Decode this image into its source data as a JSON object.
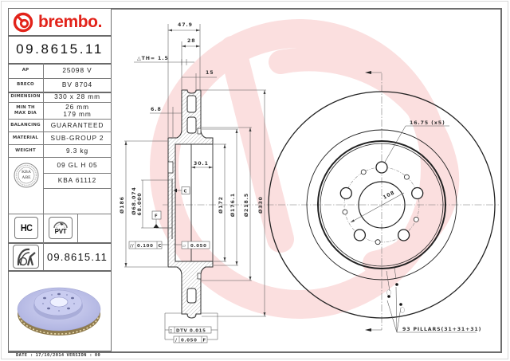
{
  "colors": {
    "brand_red": "#e2231a",
    "watermark": "#fbdfdf",
    "frame": "#6e6e6e",
    "disc_face": "#b9bde8",
    "disc_edge": "#8f7b4e",
    "drawing_line": "#2a2a2a"
  },
  "header": {
    "brand_name": "brembo.",
    "logo_icon": "brembo-logo-icon"
  },
  "part_number": "09.8615.11",
  "specs": {
    "ap": {
      "label": "AP",
      "value": "25098 V"
    },
    "breco": {
      "label": "BRECO",
      "value": "BV 8704"
    },
    "dimension": {
      "label": "DIMENSION",
      "value": "330 x 28 mm"
    },
    "min_th": {
      "label": "MIN TH",
      "value": "26 mm"
    },
    "max_dia": {
      "label": "MAX DIA",
      "value": "179 mm"
    },
    "balancing": {
      "label": "BALANCING",
      "value": "GUARANTEED"
    },
    "material": {
      "label": "MATERIAL",
      "value": "SUB-GROUP 2"
    },
    "weight": {
      "label": "WEIGHT",
      "value": "9.3 kg"
    }
  },
  "kba": {
    "badge_line1": "KBA",
    "badge_line2": "ABE",
    "code": "09 GL H 05",
    "number": "KBA 61112"
  },
  "badges": {
    "hc": "HC",
    "pvt": "PVT"
  },
  "product_row": {
    "icon": "disc-caliper-icon",
    "part_number": "09.8615.11"
  },
  "footer": {
    "date_label": "DATE :",
    "date": "17/10/2014",
    "version_label": "VERSION :",
    "version": "00"
  },
  "drawing": {
    "section": {
      "overall_width": "47.9",
      "thickness": "28",
      "delta_th": "△TH= 1.5",
      "vent_width": "15",
      "hat_offset": "6.8",
      "hat_depth": "30.1",
      "dia_186": "Ø186",
      "dia_center_max": "Ø68.074",
      "dia_center_min": "68.000",
      "dia_172": "Ø172",
      "dia_176_1": "Ø176.1",
      "dia_218_5": "Ø218.5",
      "dia_330": "Ø330",
      "datum_c": "C",
      "datum_f": "F",
      "tol_parallel": {
        "symbol": "//",
        "value": "0.100",
        "datum": "C"
      },
      "tol_flatness": {
        "symbol": "▱",
        "value": "0.050"
      },
      "tol_dtv": {
        "symbol": "▯",
        "value": "DTV 0.015"
      },
      "tol_runout": {
        "symbol": "/",
        "value": "0.050",
        "datum": "F"
      }
    },
    "front": {
      "bolt_holes": "16.75 (x5)",
      "pcd": "108",
      "pillars": "93 PILLARS(31+31+31)"
    }
  }
}
